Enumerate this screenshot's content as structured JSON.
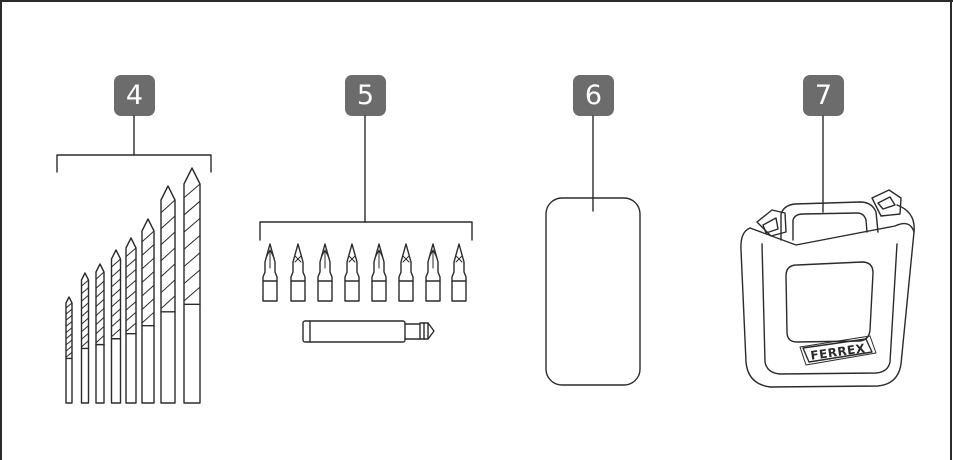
{
  "figure": {
    "items": [
      {
        "number": "4"
      },
      {
        "number": "5"
      },
      {
        "number": "6"
      },
      {
        "number": "7"
      }
    ],
    "case_brand": "FERREX"
  }
}
